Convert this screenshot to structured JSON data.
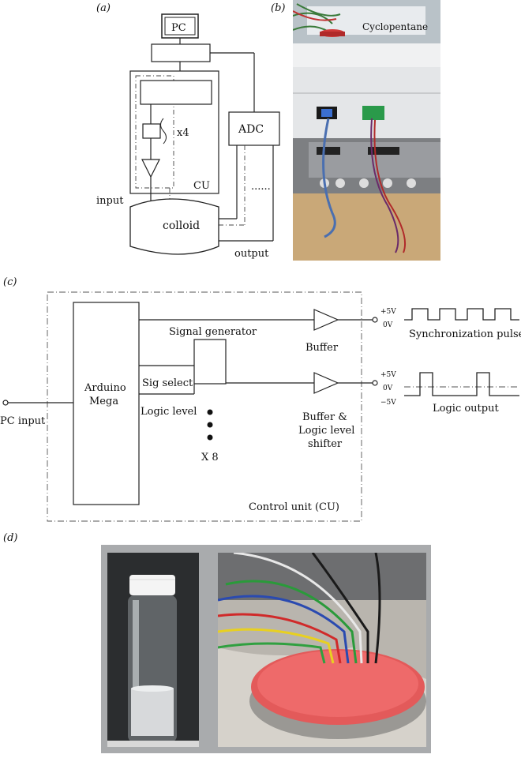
{
  "panels": {
    "a": {
      "label": "(a)",
      "pc": "PC",
      "adc": "ADC",
      "x4": "x4",
      "cu": "CU",
      "input": "input",
      "colloid": "colloid",
      "output": "output",
      "dots": "......"
    },
    "b": {
      "label": "(b)",
      "sign_text": "Cyclopentane"
    },
    "c": {
      "label": "(c)",
      "arduino_line1": "Arduino",
      "arduino_line2": "Mega",
      "pc_input": "PC input",
      "sig_select": "Sig select",
      "logic_level": "Logic level",
      "signal_generator": "Signal generator",
      "x8": "X 8",
      "buffer": "Buffer",
      "buffer_shifter_line1": "Buffer &",
      "buffer_shifter_line2": "Logic level",
      "buffer_shifter_line3": "shifter",
      "sync_pulses": "Synchronization pulses",
      "logic_output": "Logic output",
      "plus5v_top": "+5V",
      "zero_top": "0V",
      "plus5v_bottom": "+5V",
      "zero_bottom": "0V",
      "minus5v": "−5V",
      "control_unit": "Control unit (CU)"
    },
    "d": {
      "label": "(d)"
    }
  }
}
